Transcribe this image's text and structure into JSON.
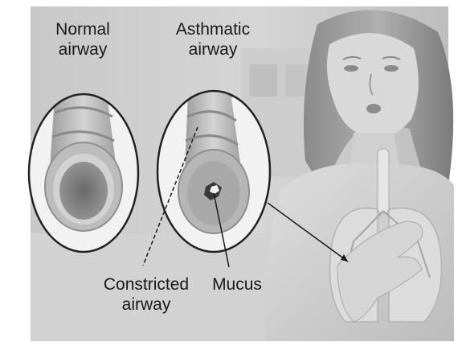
{
  "labels": {
    "normal_airway_line1": "Normal",
    "normal_airway_line2": "airway",
    "asthmatic_airway_line1": "Asthmatic",
    "asthmatic_airway_line2": "airway",
    "constricted_airway_line1": "Constricted",
    "constricted_airway_line2": "airway",
    "mucus": "Mucus"
  },
  "colors": {
    "background": "#cfcfcf",
    "tissue": "#b8b8b8",
    "lumen": "#7c7c7c",
    "circle_fill": "#f2f2f2",
    "text": "#1a1a1a"
  }
}
